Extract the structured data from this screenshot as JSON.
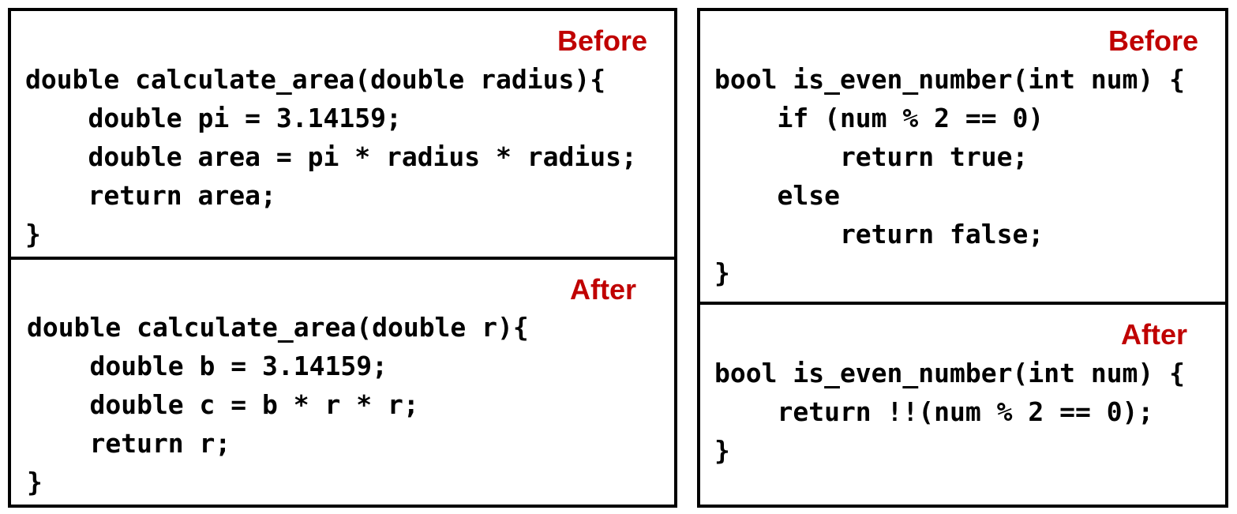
{
  "accent_color": "#c00000",
  "panels": {
    "left": {
      "before": {
        "label": "Before",
        "lines": [
          "double calculate_area(double radius){",
          "    double pi = 3.14159;",
          "    double area = pi * radius * radius;",
          "    return area;",
          "}"
        ]
      },
      "after": {
        "label": "After",
        "lines": [
          "double calculate_area(double r){",
          "    double b = 3.14159;",
          "    double c = b * r * r;",
          "    return r;",
          "}"
        ]
      }
    },
    "right": {
      "before": {
        "label": "Before",
        "lines": [
          "bool is_even_number(int num) {",
          "    if (num % 2 == 0)",
          "        return true;",
          "    else",
          "        return false;",
          "}"
        ]
      },
      "after": {
        "label": "After",
        "lines": [
          "bool is_even_number(int num) {",
          "    return !!(num % 2 == 0);",
          "}"
        ]
      }
    }
  }
}
